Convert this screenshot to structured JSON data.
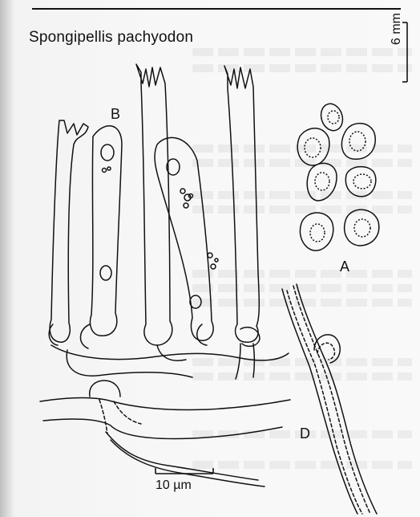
{
  "figure": {
    "title": "Spongipellis pachyodon",
    "panel_labels": {
      "a": "A",
      "b": "B",
      "d": "D"
    },
    "scale_bar_label": "10 µm",
    "side_scale_label": "6 mm"
  }
}
